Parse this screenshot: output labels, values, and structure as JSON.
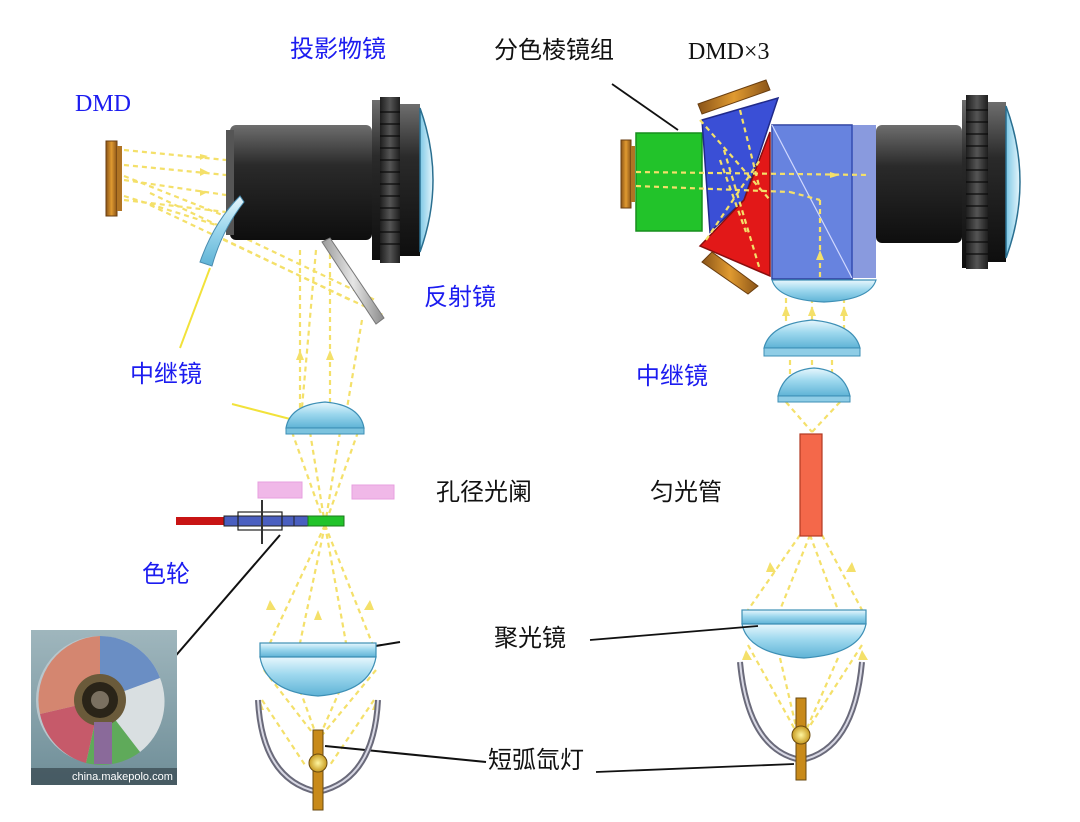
{
  "labels": {
    "dmd_left": "DMD",
    "projection_lens": "投影物镜",
    "dichroic_prism": "分色棱镜组",
    "dmd_x3": "DMD×3",
    "reflector": "反射镜",
    "relay_left": "中继镜",
    "relay_right": "中继镜",
    "aperture": "孔径光阑",
    "light_pipe": "匀光管",
    "color_wheel": "色轮",
    "condenser": "聚光镜",
    "xenon_lamp": "短弧氙灯"
  },
  "photo": {
    "watermark": "china.makepolo.com"
  },
  "colors": {
    "label_blue": "#1c1cf0",
    "ray_yellow": "#f4e06a",
    "lens_blue": "#9ed8ee",
    "prism_green": "#22c32a",
    "prism_blue": "#3a4fd6",
    "prism_red": "#e21818",
    "light_pipe": "#f4684a",
    "dmd_orange": "#d8902a",
    "aperture_pink": "#f0b8e8"
  }
}
